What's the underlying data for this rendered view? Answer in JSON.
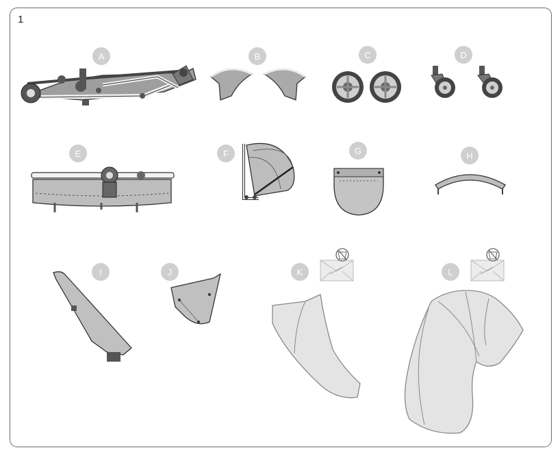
{
  "step_number": "1",
  "part_labels": [
    "A",
    "B",
    "C",
    "D",
    "E",
    "F",
    "G",
    "H",
    "I",
    "J",
    "K",
    "L"
  ],
  "colors": {
    "badge": "#cfcfcf",
    "part_fill": "#bdbdbd",
    "part_dark": "#555555",
    "frame_light": "#f2f2f2",
    "outline": "#333333",
    "raincover": "#e4e4e4"
  },
  "icons": [
    "no-washing-machine-icon",
    "envelope-icon"
  ]
}
